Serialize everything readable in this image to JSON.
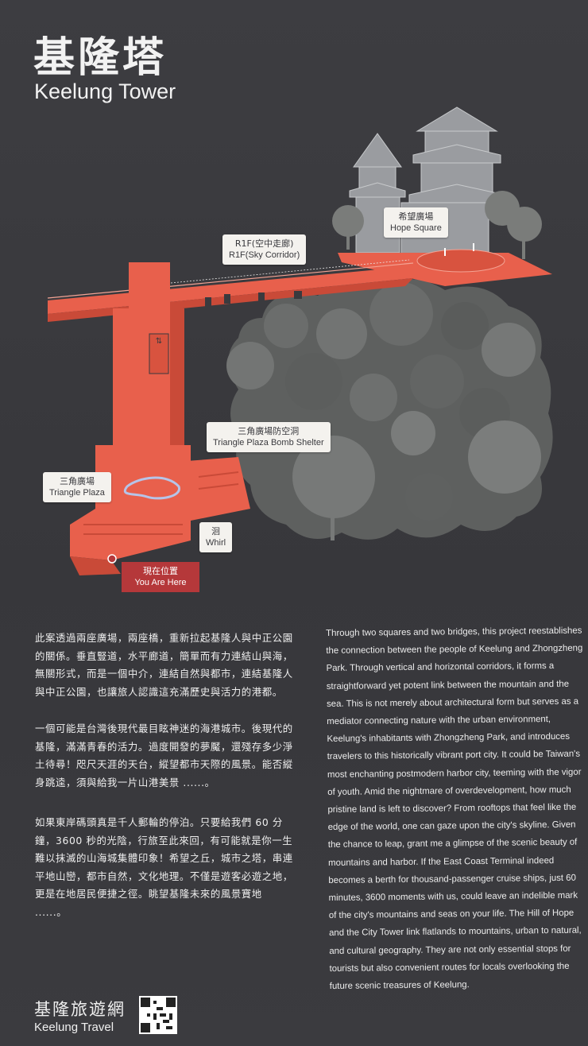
{
  "title": {
    "zh": "基隆塔",
    "en": "Keelung Tower"
  },
  "callouts": {
    "hope_square": {
      "zh": "希望廣場",
      "en": "Hope Square"
    },
    "r1f": {
      "zh": "R1F(空中走廊)",
      "en": "R1F(Sky Corridor)"
    },
    "bomb_shelter": {
      "zh": "三角廣場防空洞",
      "en": "Triangle Plaza Bomb Shelter"
    },
    "triangle_plaza": {
      "zh": "三角廣場",
      "en": "Triangle Plaza"
    },
    "whirl": {
      "zh": "洄",
      "en": "Whirl"
    }
  },
  "you_are_here": {
    "zh": "現在位置",
    "en": "You Are Here"
  },
  "zh_paragraphs": [
    "此案透過兩座廣場，兩座橋，重新拉起基隆人與中正公園的關係。垂直豎道，水平廊道，簡單而有力連結山與海，無關形式，而是一個中介，連結自然與都市，連結基隆人與中正公園，也讓旅人認識這充滿歷史與活力的港都。",
    "一個可能是台灣後現代最目眩神迷的海港城市。後現代的基隆，滿滿青春的活力。過度開發的夢魘，還殘存多少淨土待尋！咫尺天涯的天台，縱望都市天際的風景。能否縱身跳逵，須與給我一片山港美景 ......。",
    "如果東岸碼頭真是千人郵輪的停泊。只要給我們 60 分鐘，3600 秒的光陰，行旅至此來回，有可能就是你一生難以抹滅的山海城集體印象！希望之丘，城市之塔，串連平地山巒，都市自然，文化地理。不僅是遊客必遊之地，更是在地居民便捷之徑。眺望基隆未來的風景寶地 ......。"
  ],
  "en_paragraph": "Through two squares and two bridges, this project reestablishes the connection between the people of Keelung and Zhongzheng Park. Through vertical and horizontal corridors, it forms a straightforward yet potent link between the mountain and the sea. This is not merely about architectural form but serves as a mediator connecting nature with the urban environment, Keelung's inhabitants with Zhongzheng Park, and introduces travelers to this historically vibrant port city. It could be Taiwan's most enchanting postmodern harbor city, teeming with the vigor of youth. Amid the nightmare of overdevelopment, how much pristine land is left to discover? From rooftops that feel like the edge of the world, one can gaze upon the city's skyline. Given the chance to leap, grant me a glimpse of the scenic beauty of mountains and harbor. If the East Coast Terminal indeed becomes a berth for thousand-passenger cruise ships, just 60 minutes, 3600 moments with us, could leave an indelible mark of the city's mountains and seas on your life. The Hill of Hope and the City Tower link flatlands to mountains, urban to natural, and cultural geography. They are not only essential stops for tourists but also convenient routes for locals overlooking the future scenic treasures of Keelung.",
  "footer": {
    "zh": "基隆旅遊網",
    "en": "Keelung Travel"
  },
  "colors": {
    "background": "#3a3a3e",
    "structure": "#e8604c",
    "trees_light": "#7a7c7a",
    "trees_dark": "#5e605f",
    "marker": "#b5383a"
  },
  "icons": [
    "elevator-icon",
    "location-pin-icon",
    "qr-code"
  ]
}
